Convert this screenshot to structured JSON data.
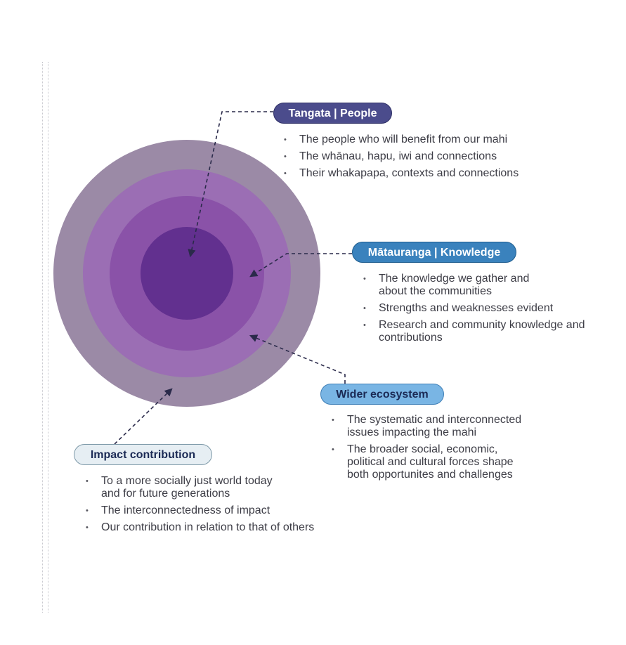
{
  "colors": {
    "ring_outer": "#9b8aa6",
    "ring_2": "#9b6eb4",
    "ring_3": "#8a52a8",
    "ring_core": "#62308f",
    "arrow": "#2a2a4a"
  },
  "sections": {
    "people": {
      "label": "Tangata | People",
      "items": [
        "The people who will benefit from our mahi",
        "The whānau, hapu, iwi and connections",
        "Their whakapapa, contexts and connections"
      ]
    },
    "knowledge": {
      "label": "Mātauranga | Knowledge",
      "items": [
        "The knowledge we gather and about the communities",
        "Strengths and weaknesses evident",
        "Research and community knowledge and contributions"
      ]
    },
    "ecosystem": {
      "label": "Wider ecosystem",
      "items": [
        "The systematic and interconnected issues impacting the mahi",
        "The broader social, economic, political and cultural forces shape both opportunites and challenges"
      ]
    },
    "impact": {
      "label": "Impact contribution",
      "items": [
        "To a more socially just world today and for future generations",
        "The interconnectedness of impact",
        "Our contribution in relation to that of others"
      ]
    }
  }
}
